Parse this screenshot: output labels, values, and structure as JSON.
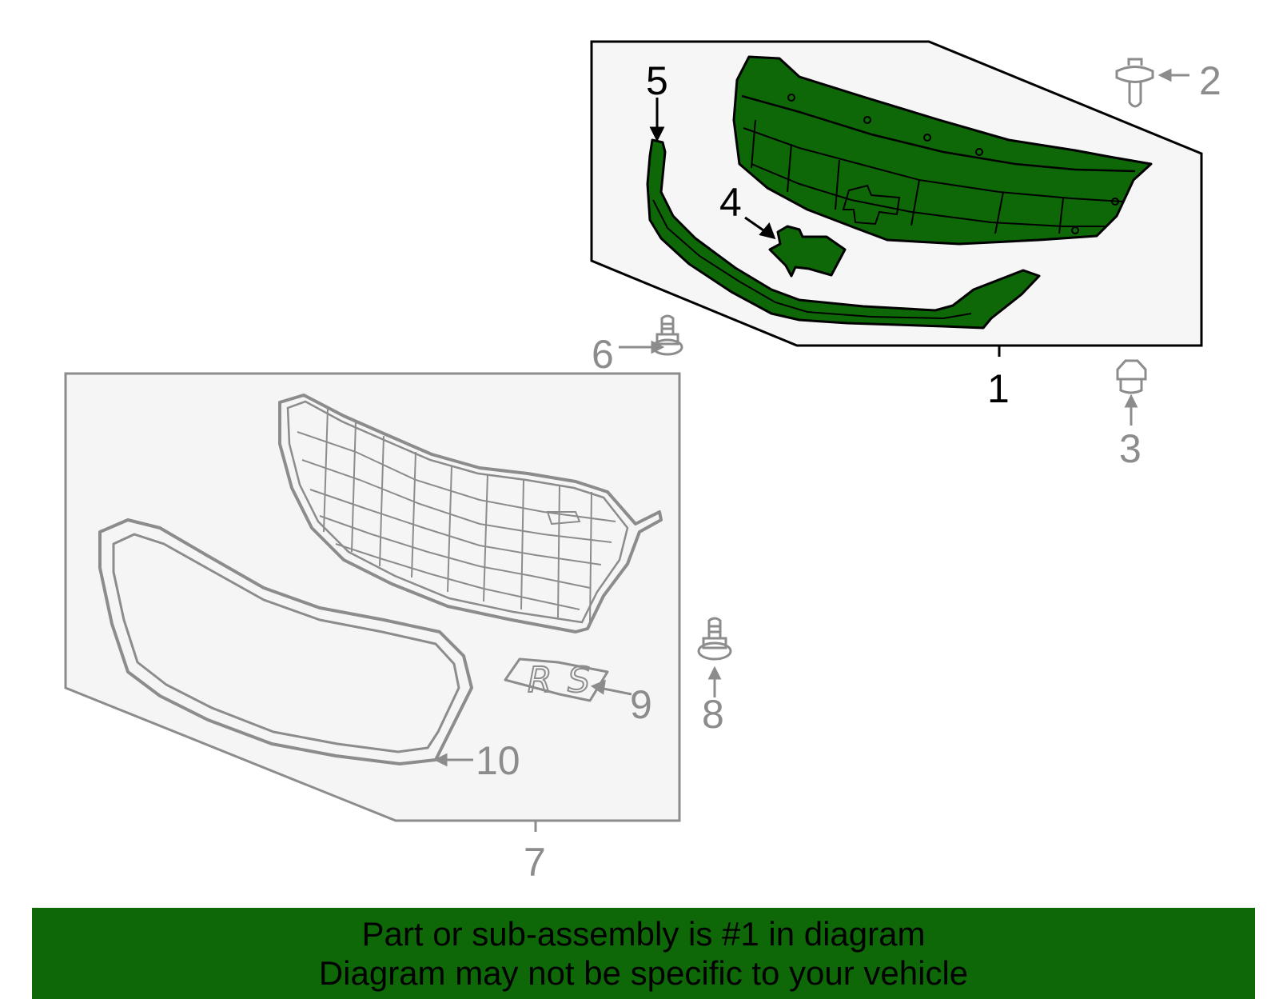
{
  "callouts": {
    "c1": "1",
    "c2": "2",
    "c3": "3",
    "c4": "4",
    "c5": "5",
    "c6": "6",
    "c7": "7",
    "c8": "8",
    "c9": "9",
    "c10": "10"
  },
  "emblem_text": "RS",
  "banner": {
    "line1": "Part or sub-assembly is #1 in diagram",
    "line2": "Diagram may not be specific to your vehicle"
  },
  "colors": {
    "highlight_part": "#0f6808",
    "banner_background": "#0f6808",
    "line_gray": "#8c8c8c",
    "panel_fill": "#f5f5f5"
  }
}
